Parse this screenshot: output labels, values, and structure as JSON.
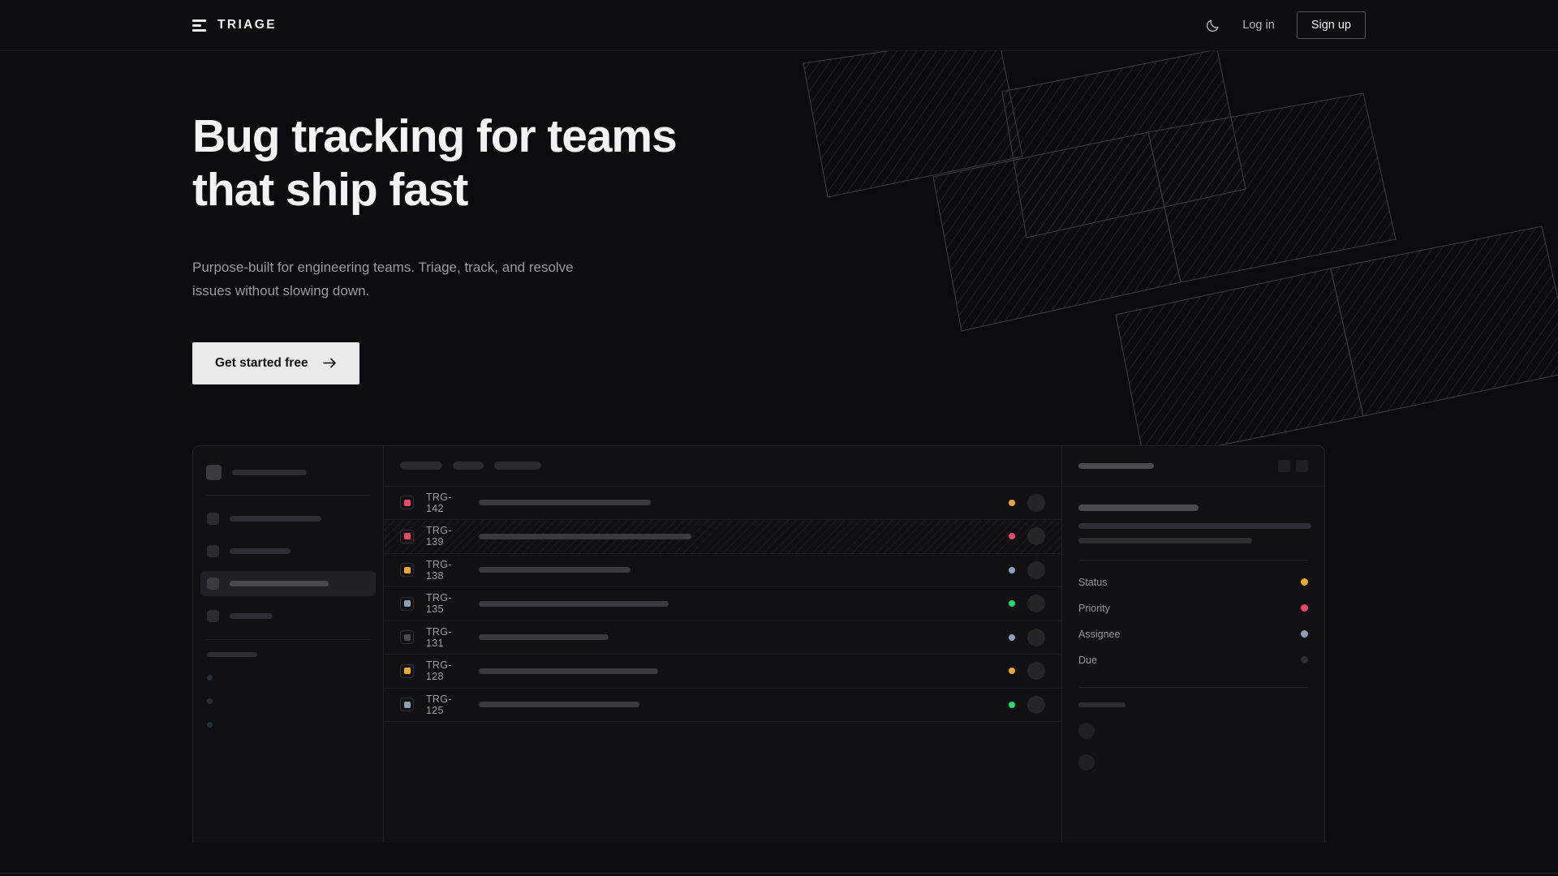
{
  "nav": {
    "logo_text": "TRIAGE",
    "theme_toggle_icon": "moon-icon",
    "login_label": "Log in",
    "signup_label": "Sign up"
  },
  "hero": {
    "title_line1": "Bug tracking for teams",
    "title_line2": "that ship fast",
    "subtitle": "Purpose-built for engineering teams. Triage, track, and resolve issues without slowing down.",
    "cta_label": "Get started free",
    "cta_icon": "arrow-right-icon"
  },
  "colors": {
    "page_bg": "#0c0c0e",
    "nav_bg": "#0e0e10",
    "panel_bg": "#111113",
    "border": "#232326",
    "accent_light": "#eaeaea",
    "status_orange": "#f0a92a",
    "status_pink": "#ec4668",
    "status_blue": "#8fa0b5",
    "status_green": "#22dd6e",
    "status_gray": "#3a3a3e"
  },
  "mockup": {
    "sidebar": {
      "workspace_label": "",
      "nav_items": [
        {
          "active": false
        },
        {
          "active": false
        },
        {
          "active": true
        },
        {
          "active": false
        }
      ],
      "section_label": "",
      "section_dots": 3
    },
    "list": {
      "filters": [
        {
          "width": 52
        },
        {
          "width": 38
        },
        {
          "width": 58
        }
      ],
      "rows": [
        {
          "id": "TRG-142",
          "priority_color": "#ec4668",
          "title_width": 212,
          "status_color": "#f0a92a",
          "selected": false
        },
        {
          "id": "TRG-139",
          "priority_color": "#ec4668",
          "title_width": 262,
          "status_color": "#ec4668",
          "selected": true
        },
        {
          "id": "TRG-138",
          "priority_color": "#f0a92a",
          "title_width": 187,
          "status_color": "#8fa0b5",
          "selected": false
        },
        {
          "id": "TRG-135",
          "priority_color": "#8fa0b5",
          "title_width": 234,
          "status_color": "#22dd6e",
          "selected": false
        },
        {
          "id": "TRG-131",
          "priority_color": "#4a4a4f",
          "title_width": 160,
          "status_color": "#8fa0b5",
          "selected": false
        },
        {
          "id": "TRG-128",
          "priority_color": "#f0a92a",
          "title_width": 221,
          "status_color": "#f0a92a",
          "selected": false
        },
        {
          "id": "TRG-125",
          "priority_color": "#8fa0b5",
          "title_width": 198,
          "status_color": "#22dd6e",
          "selected": false
        }
      ]
    },
    "detail": {
      "header_buttons": 2,
      "fields": [
        {
          "label": "Status",
          "dot_color": "#f0a92a"
        },
        {
          "label": "Priority",
          "dot_color": "#ec4668"
        },
        {
          "label": "Assignee",
          "dot_color": "#8fa0b5"
        },
        {
          "label": "Due",
          "dot_color": "#2e2e32"
        }
      ],
      "comment_avatars": 2
    }
  }
}
